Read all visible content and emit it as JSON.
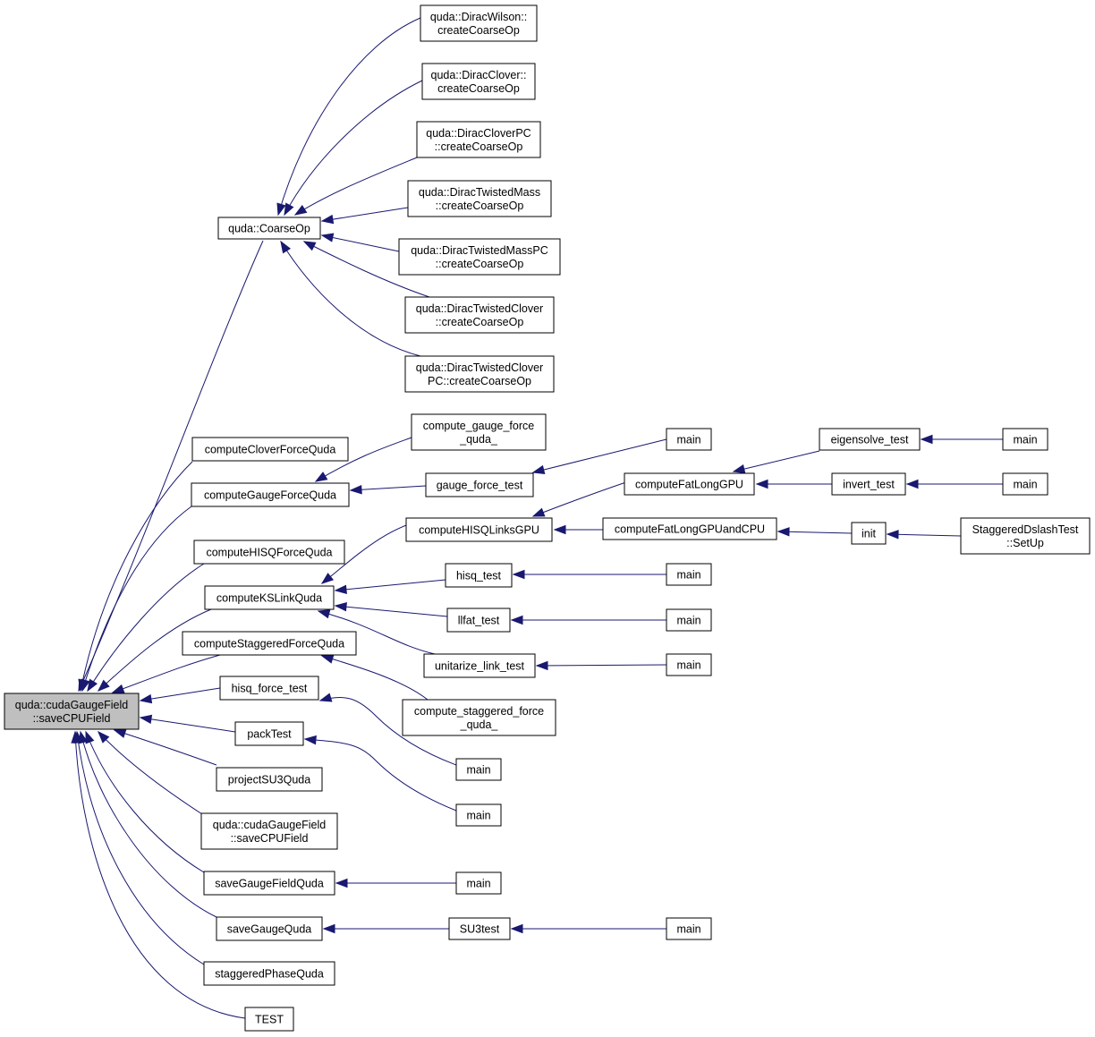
{
  "graph": {
    "root": "root",
    "colors": {
      "edge": "#191970",
      "root_fill": "#bfbfbf",
      "node_fill": "#ffffff",
      "border": "#000000"
    },
    "nodes": [
      {
        "id": "root",
        "lines": [
          "quda::cudaGaugeField",
          "::saveCPUField"
        ]
      },
      {
        "id": "coarseop",
        "lines": [
          "quda::CoarseOp"
        ]
      },
      {
        "id": "wilson_cc",
        "lines": [
          "quda::DiracWilson::",
          "createCoarseOp"
        ]
      },
      {
        "id": "clover_cc",
        "lines": [
          "quda::DiracClover::",
          "createCoarseOp"
        ]
      },
      {
        "id": "cloverpc_cc",
        "lines": [
          "quda::DiracCloverPC",
          "::createCoarseOp"
        ]
      },
      {
        "id": "tm_cc",
        "lines": [
          "quda::DiracTwistedMass",
          "::createCoarseOp"
        ]
      },
      {
        "id": "tmpc_cc",
        "lines": [
          "quda::DiracTwistedMassPC",
          "::createCoarseOp"
        ]
      },
      {
        "id": "tc_cc",
        "lines": [
          "quda::DiracTwistedClover",
          "::createCoarseOp"
        ]
      },
      {
        "id": "tcpc_cc",
        "lines": [
          "quda::DiracTwistedClover",
          "PC::createCoarseOp"
        ]
      },
      {
        "id": "cloverforce",
        "lines": [
          "computeCloverForceQuda"
        ]
      },
      {
        "id": "gaugeforce",
        "lines": [
          "computeGaugeForceQuda"
        ]
      },
      {
        "id": "cgf_quda",
        "lines": [
          "compute_gauge_force",
          "_quda_"
        ]
      },
      {
        "id": "gf_test",
        "lines": [
          "gauge_force_test"
        ]
      },
      {
        "id": "main_gf",
        "lines": [
          "main"
        ]
      },
      {
        "id": "hisqforce",
        "lines": [
          "computeHISQForceQuda"
        ]
      },
      {
        "id": "kslink",
        "lines": [
          "computeKSLinkQuda"
        ]
      },
      {
        "id": "hisqlinks",
        "lines": [
          "computeHISQLinksGPU"
        ]
      },
      {
        "id": "fatlong",
        "lines": [
          "computeFatLongGPU"
        ]
      },
      {
        "id": "eigtest",
        "lines": [
          "eigensolve_test"
        ]
      },
      {
        "id": "main_eig",
        "lines": [
          "main"
        ]
      },
      {
        "id": "invtest",
        "lines": [
          "invert_test"
        ]
      },
      {
        "id": "main_inv",
        "lines": [
          "main"
        ]
      },
      {
        "id": "fatlongcpu",
        "lines": [
          "computeFatLongGPUandCPU"
        ]
      },
      {
        "id": "init",
        "lines": [
          "init"
        ]
      },
      {
        "id": "setup",
        "lines": [
          "StaggeredDslashTest",
          "::SetUp"
        ]
      },
      {
        "id": "hisqtest",
        "lines": [
          "hisq_test"
        ]
      },
      {
        "id": "main_hisq",
        "lines": [
          "main"
        ]
      },
      {
        "id": "llfat",
        "lines": [
          "llfat_test"
        ]
      },
      {
        "id": "main_llfat",
        "lines": [
          "main"
        ]
      },
      {
        "id": "unitarize",
        "lines": [
          "unitarize_link_test"
        ]
      },
      {
        "id": "main_unit",
        "lines": [
          "main"
        ]
      },
      {
        "id": "staggforce",
        "lines": [
          "computeStaggeredForceQuda"
        ]
      },
      {
        "id": "csf_quda",
        "lines": [
          "compute_staggered_force",
          "_quda_"
        ]
      },
      {
        "id": "hisqforcetest",
        "lines": [
          "hisq_force_test"
        ]
      },
      {
        "id": "main_hft",
        "lines": [
          "main"
        ]
      },
      {
        "id": "packtest",
        "lines": [
          "packTest"
        ]
      },
      {
        "id": "main_pack",
        "lines": [
          "main"
        ]
      },
      {
        "id": "projectsu3",
        "lines": [
          "projectSU3Quda"
        ]
      },
      {
        "id": "savecpu2",
        "lines": [
          "quda::cudaGaugeField",
          "::saveCPUField"
        ]
      },
      {
        "id": "savegfq",
        "lines": [
          "saveGaugeFieldQuda"
        ]
      },
      {
        "id": "main_sgf",
        "lines": [
          "main"
        ]
      },
      {
        "id": "savegq",
        "lines": [
          "saveGaugeQuda"
        ]
      },
      {
        "id": "su3test",
        "lines": [
          "SU3test"
        ]
      },
      {
        "id": "main_su3",
        "lines": [
          "main"
        ]
      },
      {
        "id": "staggphase",
        "lines": [
          "staggeredPhaseQuda"
        ]
      },
      {
        "id": "test",
        "lines": [
          "TEST"
        ]
      }
    ],
    "edges": [
      {
        "from": "coarseop",
        "to": "root"
      },
      {
        "from": "cloverforce",
        "to": "root"
      },
      {
        "from": "gaugeforce",
        "to": "root"
      },
      {
        "from": "hisqforce",
        "to": "root"
      },
      {
        "from": "kslink",
        "to": "root"
      },
      {
        "from": "staggforce",
        "to": "root"
      },
      {
        "from": "hisqforcetest",
        "to": "root"
      },
      {
        "from": "packtest",
        "to": "root"
      },
      {
        "from": "projectsu3",
        "to": "root"
      },
      {
        "from": "savecpu2",
        "to": "root"
      },
      {
        "from": "savegfq",
        "to": "root"
      },
      {
        "from": "savegq",
        "to": "root"
      },
      {
        "from": "staggphase",
        "to": "root"
      },
      {
        "from": "test",
        "to": "root"
      },
      {
        "from": "wilson_cc",
        "to": "coarseop"
      },
      {
        "from": "clover_cc",
        "to": "coarseop"
      },
      {
        "from": "cloverpc_cc",
        "to": "coarseop"
      },
      {
        "from": "tm_cc",
        "to": "coarseop"
      },
      {
        "from": "tmpc_cc",
        "to": "coarseop"
      },
      {
        "from": "tc_cc",
        "to": "coarseop"
      },
      {
        "from": "tcpc_cc",
        "to": "coarseop"
      },
      {
        "from": "cgf_quda",
        "to": "gaugeforce"
      },
      {
        "from": "gf_test",
        "to": "gaugeforce"
      },
      {
        "from": "main_gf",
        "to": "gf_test"
      },
      {
        "from": "hisqlinks",
        "to": "kslink"
      },
      {
        "from": "hisqtest",
        "to": "kslink"
      },
      {
        "from": "llfat",
        "to": "kslink"
      },
      {
        "from": "unitarize",
        "to": "kslink"
      },
      {
        "from": "fatlong",
        "to": "hisqlinks"
      },
      {
        "from": "fatlongcpu",
        "to": "hisqlinks"
      },
      {
        "from": "eigtest",
        "to": "fatlong"
      },
      {
        "from": "invtest",
        "to": "fatlong"
      },
      {
        "from": "main_eig",
        "to": "eigtest"
      },
      {
        "from": "main_inv",
        "to": "invtest"
      },
      {
        "from": "init",
        "to": "fatlongcpu"
      },
      {
        "from": "setup",
        "to": "init"
      },
      {
        "from": "main_hisq",
        "to": "hisqtest"
      },
      {
        "from": "main_llfat",
        "to": "llfat"
      },
      {
        "from": "main_unit",
        "to": "unitarize"
      },
      {
        "from": "csf_quda",
        "to": "staggforce"
      },
      {
        "from": "main_hft",
        "to": "hisqforcetest"
      },
      {
        "from": "main_pack",
        "to": "packtest"
      },
      {
        "from": "main_sgf",
        "to": "savegfq"
      },
      {
        "from": "su3test",
        "to": "savegq"
      },
      {
        "from": "main_su3",
        "to": "su3test"
      }
    ]
  }
}
